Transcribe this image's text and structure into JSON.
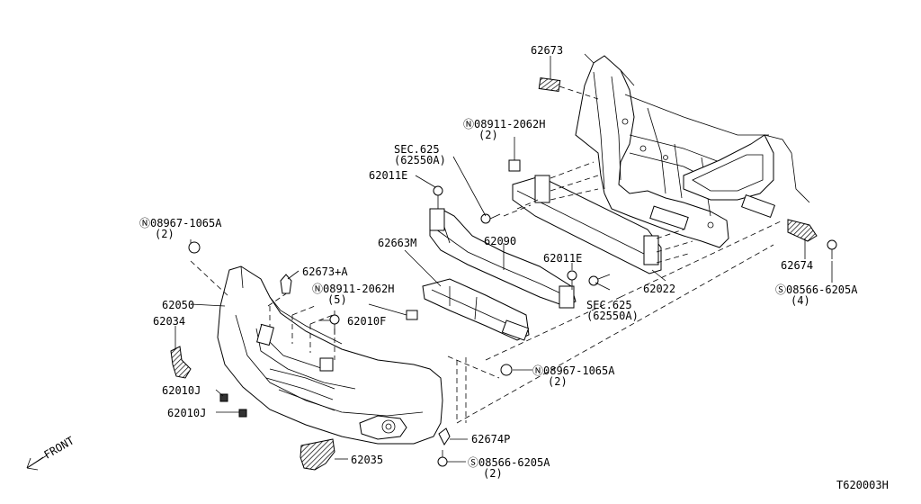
{
  "diagram_id": "T620003H",
  "front_label": "FRONT",
  "labels": {
    "p62673": "62673",
    "p08911_upper": "Ⓝ08911-2062H",
    "p08911_upper_qty": "(2)",
    "sec625_left": "SEC.625",
    "sec625_left_ref": "(62550A)",
    "p62011E_left": "62011E",
    "p08967_left": "Ⓝ08967-1065A",
    "p08967_left_qty": "(2)",
    "p62663M": "62663M",
    "p62090": "62090",
    "p62011E_right": "62011E",
    "p62674": "62674",
    "p62673A": "62673+A",
    "p08911_lower": "Ⓝ08911-2062H",
    "p08911_lower_qty": "(5)",
    "p62050": "62050",
    "p62034": "62034",
    "p62010F": "62010F",
    "p62022": "62022",
    "sec625_right": "SEC.625",
    "sec625_right_ref": "(62550A)",
    "p08566_right": "Ⓢ08566-6205A",
    "p08566_right_qty": "(4)",
    "p08967_right": "Ⓝ08967-1065A",
    "p08967_right_qty": "(2)",
    "p62010J_upper": "62010J",
    "p62010J_lower": "62010J",
    "p62674P": "62674P",
    "p62035": "62035",
    "p08566_bottom": "Ⓢ08566-6205A",
    "p08566_bottom_qty": "(2)"
  }
}
